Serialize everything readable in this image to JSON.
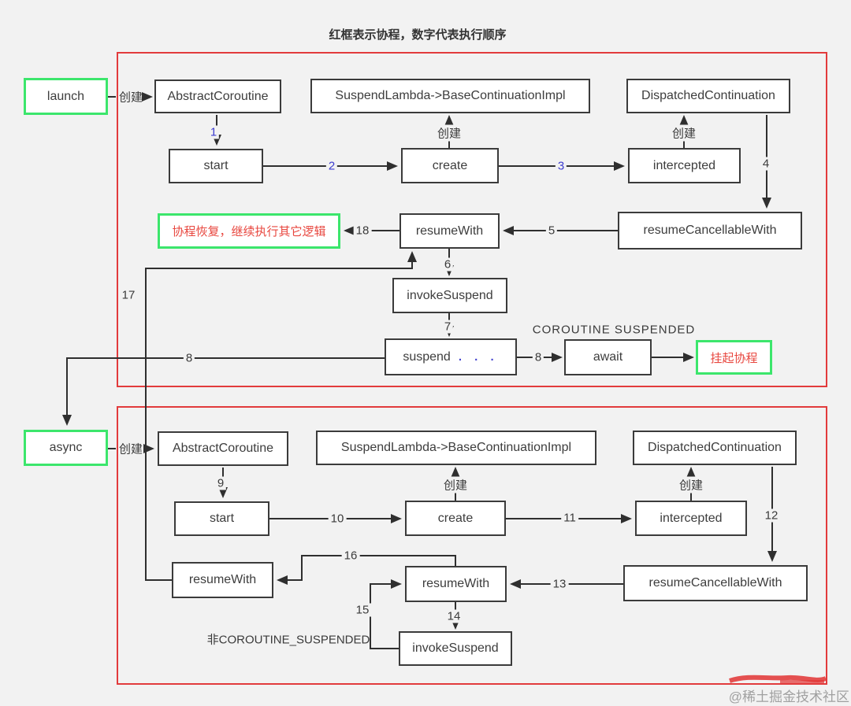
{
  "title": "红框表示协程，数字代表执行顺序",
  "watermark": "@稀土掘金技术社区",
  "colors": {
    "coroutine_frame_red": "#e23b3c",
    "entry_node_green": "#3ce66c",
    "note_text_red": "#e8473f",
    "step_blue": "#3c3ccf",
    "wire_dark": "#2f2f2f",
    "background": "#f2f2f2"
  },
  "nodes": {
    "launch": "launch",
    "async": "async",
    "abstract_coroutine": "AbstractCoroutine",
    "suspend_lambda": "SuspendLambda->BaseContinuationImpl",
    "dispatched_continuation": "DispatchedContinuation",
    "start": "start",
    "create": "create",
    "intercepted": "intercepted",
    "resume_with": "resumeWith",
    "resume_cancellable_with": "resumeCancellableWith",
    "invoke_suspend": "invokeSuspend",
    "suspend": "suspend",
    "suspend_dots": ". . .",
    "await": "await"
  },
  "labels": {
    "create_cn": "创建"
  },
  "notes": {
    "resume_note": "协程恢复，继续执行其它逻辑",
    "hang_note": "挂起协程",
    "coroutine_suspended": "COROUTINE SUSPENDED",
    "not_coroutine_suspended": "非COROUTINE_SUSPENDED"
  },
  "steps": {
    "s1": "1",
    "s2": "2",
    "s3": "3",
    "s4": "4",
    "s5": "5",
    "s6": "6",
    "s7": "7",
    "s8": "8",
    "s8b": "8",
    "s9": "9",
    "s10": "10",
    "s11": "11",
    "s12": "12",
    "s13": "13",
    "s14": "14",
    "s15": "15",
    "s16": "16",
    "s17": "17",
    "s18": "18"
  }
}
